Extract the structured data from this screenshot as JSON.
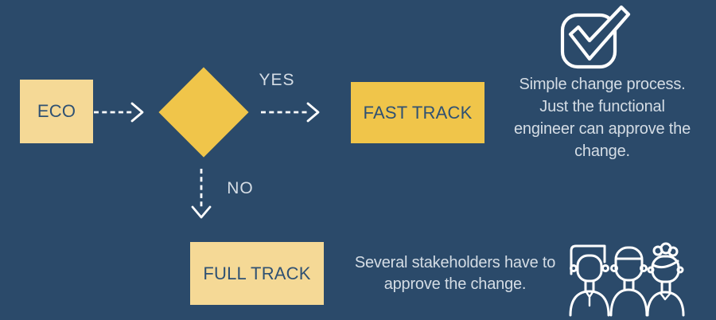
{
  "colors": {
    "background": "#2b4a6a",
    "gold": "#f0c54a",
    "cream": "#f5d996",
    "box_text": "#2f5173",
    "light_text": "#d5dde5",
    "icon_stroke": "#ffffff"
  },
  "flowchart": {
    "start_node": {
      "label": "ECO"
    },
    "decision_node": {
      "shape": "diamond"
    },
    "branches": {
      "yes_label": "YES",
      "no_label": "NO"
    },
    "fast_track_node": {
      "label": "FAST TRACK"
    },
    "full_track_node": {
      "label": "FULL TRACK"
    }
  },
  "annotations": {
    "fast_track": {
      "icon": "check-icon",
      "lines": [
        "Simple change process.",
        "Just the functional",
        "engineer can approve the",
        "change."
      ]
    },
    "full_track": {
      "icon": "stakeholders-icon",
      "lines": [
        "Several stakeholders have to",
        "approve the change."
      ]
    }
  }
}
